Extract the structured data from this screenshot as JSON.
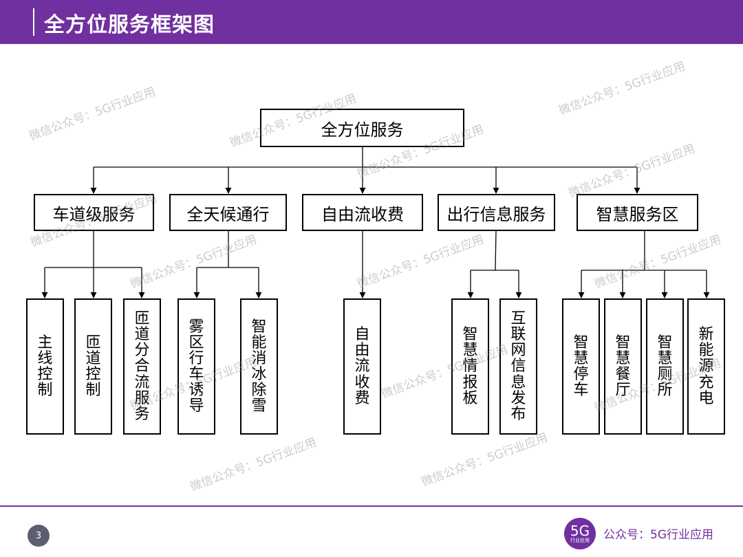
{
  "header": {
    "title": "全方位服务框架图"
  },
  "diagram": {
    "root": "全方位服务",
    "level1": [
      "车道级服务",
      "全天候通行",
      "自由流收费",
      "出行信息服务",
      "智慧服务区"
    ],
    "level2": [
      "主线控制",
      "匝道控制",
      "匝道分合流服务",
      "雾区行车诱导",
      "智能消冰除雪",
      "自由流收费",
      "智慧情报板",
      "互联网信息发布",
      "智慧停车",
      "智慧餐厅",
      "智慧厕所",
      "新能源充电"
    ]
  },
  "watermark": "微信公众号：5G行业应用",
  "footer": {
    "page_number": "3",
    "logo_main": "5G",
    "logo_sub": "行业应用",
    "text": "公众号：5G行业应用"
  },
  "colors": {
    "brand": "#7030a0",
    "page_badge": "#5b5f70"
  }
}
